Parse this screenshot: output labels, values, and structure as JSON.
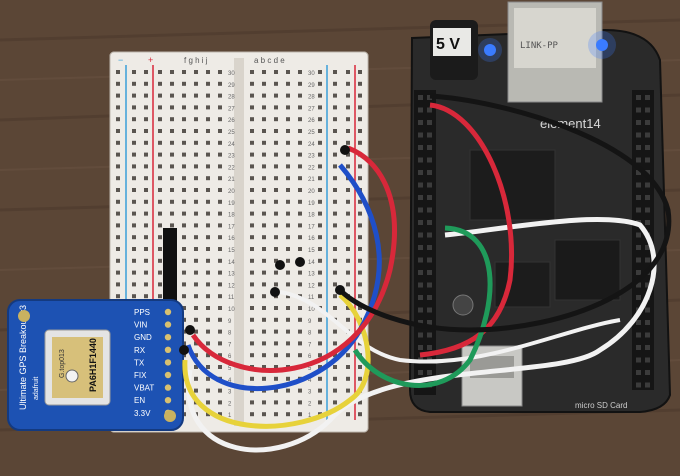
{
  "photo": {
    "breadboard": {
      "row_numbers": [
        "30",
        "29",
        "28",
        "27",
        "26",
        "25",
        "24",
        "23",
        "22",
        "21",
        "20",
        "19",
        "18",
        "17",
        "16",
        "15",
        "14",
        "13",
        "12",
        "11",
        "10",
        "9",
        "8",
        "7",
        "6",
        "5",
        "4",
        "3",
        "2",
        "1"
      ],
      "column_letters_left": "f g h i j",
      "column_letters_right": "a b c d e",
      "rail_plus": "+",
      "rail_minus": "−"
    },
    "gps_module": {
      "title": "Ultimate GPS Breakout v3",
      "brand": "adafruit",
      "chip_text": "PA6H1F1440",
      "chip_subtext": "G.top013",
      "pins": [
        "PPS",
        "VIN",
        "GND",
        "RX",
        "TX",
        "FIX",
        "VBAT",
        "EN",
        "3.3V"
      ]
    },
    "board": {
      "brand_text": "element14",
      "power_label": "5 V",
      "ethernet_text": "LINK-PP",
      "sd_label": "micro SD Card"
    },
    "wire_colors": {
      "red": "#d8283a",
      "blue": "#1f4fc8",
      "yellow": "#e7d23a",
      "white": "#f2f2f2",
      "black": "#141414",
      "green": "#1f9a5a"
    }
  }
}
